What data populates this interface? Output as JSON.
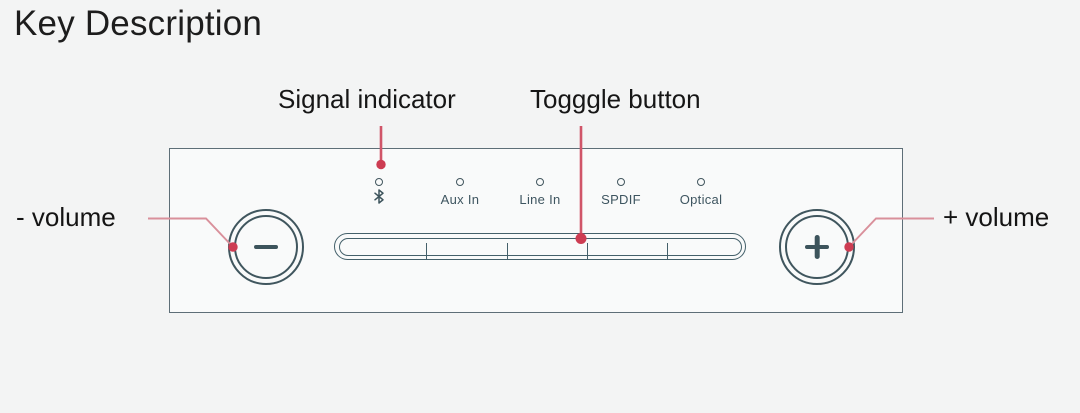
{
  "page": {
    "title": "Key Description"
  },
  "callouts": {
    "signal_indicator": {
      "label": "Signal indicator"
    },
    "toggle_button": {
      "label": "Togggle button"
    },
    "volume_down": {
      "label": "- volume"
    },
    "volume_up": {
      "label": "+ volume"
    }
  },
  "device_panel": {
    "indicators": [
      {
        "name": "bluetooth",
        "icon": "bluetooth-icon",
        "label": ""
      },
      {
        "name": "aux-in",
        "label": "Aux In"
      },
      {
        "name": "line-in",
        "label": "Line In"
      },
      {
        "name": "spdif",
        "label": "SPDIF"
      },
      {
        "name": "optical",
        "label": "Optical"
      }
    ],
    "toggle_segments": 5,
    "buttons": {
      "minus_icon": "minus-icon",
      "plus_icon": "plus-icon"
    }
  },
  "colors": {
    "background": "#f3f4f4",
    "panel_fill": "#f9fafa",
    "panel_border": "#5d6e77",
    "control_stroke": "#40565e",
    "indicator_text": "#3e5560",
    "accent_red": "#cd3c52",
    "leader_pink": "#d9909b"
  }
}
